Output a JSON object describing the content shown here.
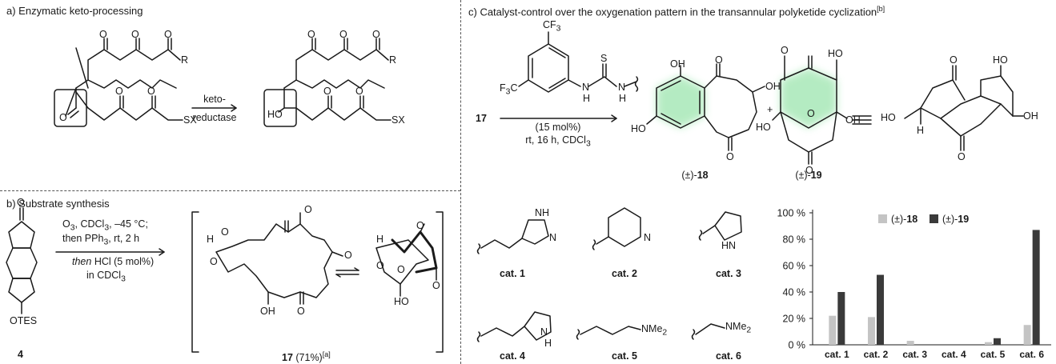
{
  "panel_a": {
    "title": "a) Enzymatic keto-processing",
    "arrow_top": "keto-",
    "arrow_bottom": "reductase",
    "atom_O": "O",
    "atom_R": "R",
    "atom_SX": "SX",
    "atom_HO": "HO"
  },
  "panel_b": {
    "title": "b) Substrate synthesis",
    "compound_4": "4",
    "otes": "OTES",
    "cond_1": "O",
    "cond_1_sub": "3",
    "cond_1_rest": ", CDCl",
    "cond_1_sub2": "3",
    "cond_1_end": ", –45 °C;",
    "cond_2": "then PPh",
    "cond_2_sub": "3",
    "cond_2_end": ",  rt, 2 h",
    "cond_3_it": "then",
    "cond_3": " HCl (5 mol%)",
    "cond_4": "in CDCl",
    "cond_4_sub": "3",
    "product_num": "17",
    "product_yield": " (71%)",
    "product_note": "[a]",
    "atom_H": "H",
    "atom_O": "O",
    "atom_OH": "OH"
  },
  "panel_c": {
    "title": "c) Catalyst-control over the oxygenation pattern in the transannular polyketide cyclization",
    "title_note": "[b]",
    "reactant": "17",
    "cat_cf3": "CF",
    "cat_f3c": "F",
    "cat_S": "S",
    "cat_N1": "N",
    "cat_N2": "N",
    "cat_H1": "H",
    "cat_H2": "H",
    "cond_1": "(15 mol%)",
    "cond_2": "rt, 16 h, CDCl",
    "cond_2_sub": "3",
    "plus": "+",
    "prod_18_prefix": "(±)-",
    "prod_18": "18",
    "prod_19_prefix": "(±)-",
    "prod_19": "19",
    "atom_OH": "OH",
    "atom_HO": "HO",
    "atom_O": "O",
    "atom_H": "H",
    "atom_NH": "NH",
    "atom_N": "N",
    "atom_HN": "HN",
    "atom_NMe2": "NMe",
    "sub2": "2",
    "catalysts": [
      "cat. 1",
      "cat. 2",
      "cat. 3",
      "cat. 4",
      "cat. 5",
      "cat. 6"
    ]
  },
  "colors": {
    "series_18": "#c4c4c4",
    "series_19": "#3a3a3a",
    "glow": "#a8e8b8",
    "divider": "#555555"
  },
  "chart_data": {
    "type": "bar",
    "categories": [
      "cat. 1",
      "cat. 2",
      "cat. 3",
      "cat. 4",
      "cat. 5",
      "cat. 6"
    ],
    "series": [
      {
        "name": "(±)-18",
        "values": [
          22,
          21,
          3,
          0,
          2,
          15
        ]
      },
      {
        "name": "(±)-19",
        "values": [
          40,
          53,
          0,
          0,
          5,
          87
        ]
      }
    ],
    "ylim": [
      0,
      100
    ],
    "yticks": [
      "0 %",
      "20 %",
      "40 %",
      "60 %",
      "80 %",
      "100 %"
    ],
    "ytick_values": [
      0,
      20,
      40,
      60,
      80,
      100
    ],
    "grid": false,
    "legend": "top"
  }
}
